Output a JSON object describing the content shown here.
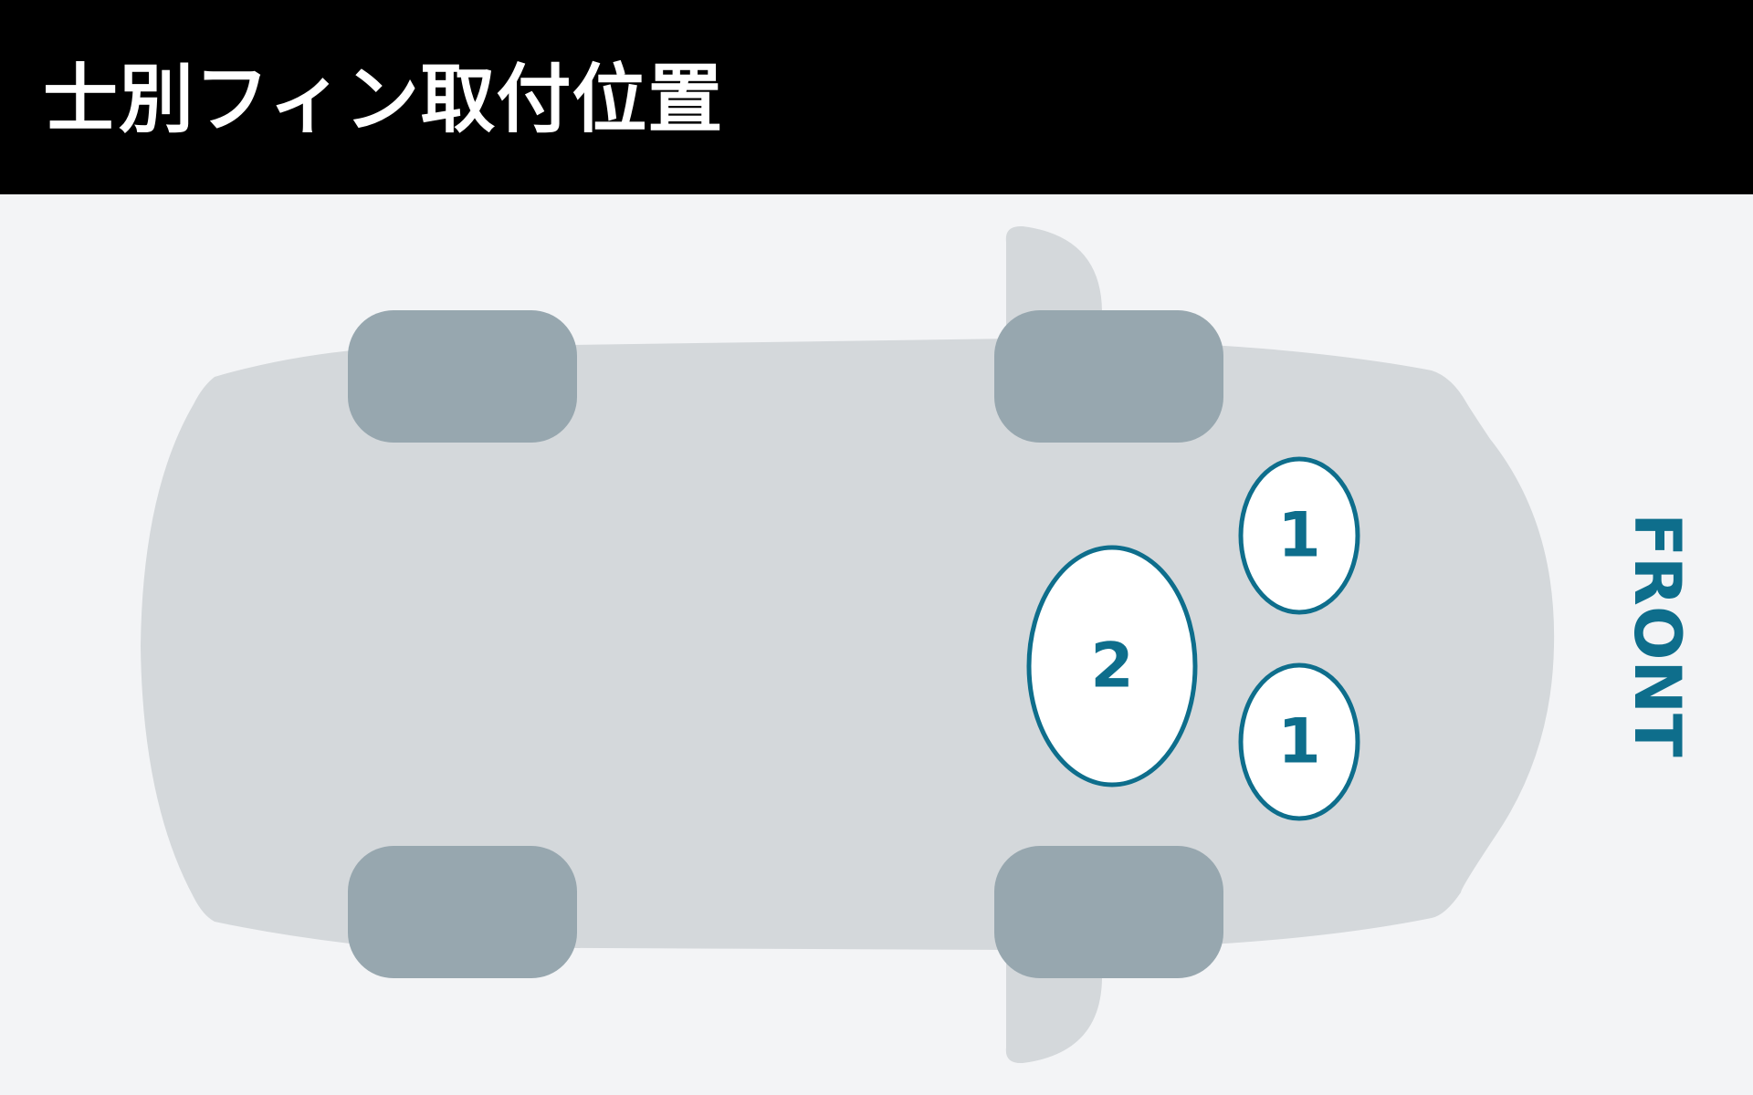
{
  "header": {
    "title": "士別フィン取付位置"
  },
  "diagram": {
    "front_label": "FRONT",
    "zones": [
      {
        "label": "1"
      },
      {
        "label": "2"
      },
      {
        "label": "1"
      }
    ],
    "colors": {
      "header_background": "#000000",
      "header_text": "#ffffff",
      "page_background": "#f3f4f6",
      "car_body": "#d4d8db",
      "wheels": "#97a7af",
      "accent": "#0e6e8c",
      "zone_fill": "#ffffff"
    }
  }
}
